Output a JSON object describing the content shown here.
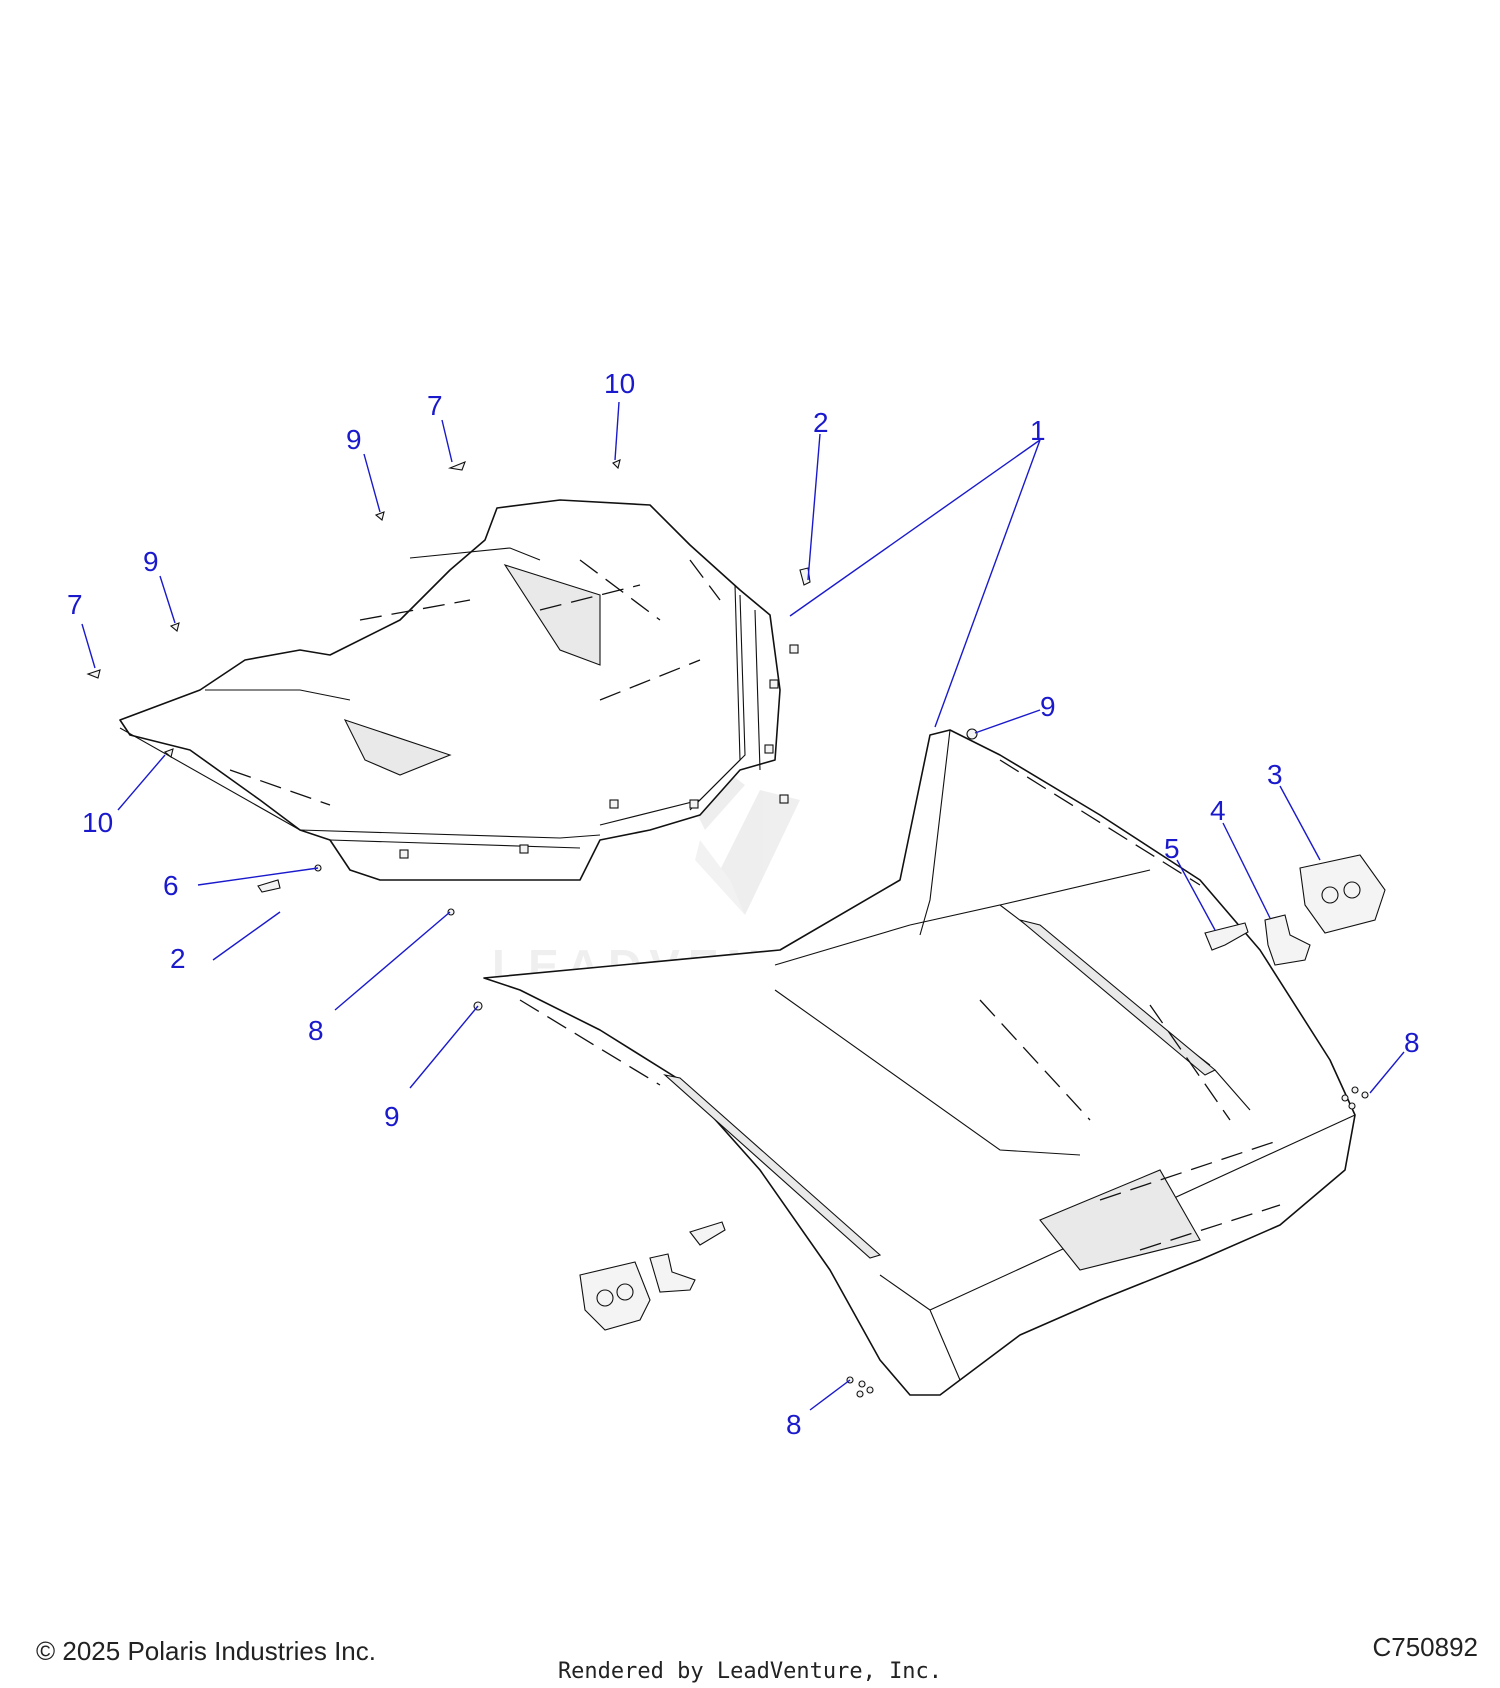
{
  "diagram": {
    "callouts": [
      {
        "id": "c1",
        "label": "1"
      },
      {
        "id": "c2a",
        "label": "2"
      },
      {
        "id": "c2b",
        "label": "2"
      },
      {
        "id": "c3",
        "label": "3"
      },
      {
        "id": "c4",
        "label": "4"
      },
      {
        "id": "c5",
        "label": "5"
      },
      {
        "id": "c6",
        "label": "6"
      },
      {
        "id": "c7a",
        "label": "7"
      },
      {
        "id": "c7b",
        "label": "7"
      },
      {
        "id": "c8a",
        "label": "8"
      },
      {
        "id": "c8b",
        "label": "8"
      },
      {
        "id": "c8c",
        "label": "8"
      },
      {
        "id": "c9a",
        "label": "9"
      },
      {
        "id": "c9b",
        "label": "9"
      },
      {
        "id": "c9c",
        "label": "9"
      },
      {
        "id": "c9d",
        "label": "9"
      },
      {
        "id": "c10a",
        "label": "10"
      },
      {
        "id": "c10b",
        "label": "10"
      }
    ],
    "callout_color": "#1a1acc",
    "watermark_text": "LEADVENTURE"
  },
  "footer": {
    "copyright": "© 2025 Polaris Industries Inc.",
    "drawing_number": "C750892",
    "rendered_by": "Rendered by LeadVenture, Inc."
  }
}
